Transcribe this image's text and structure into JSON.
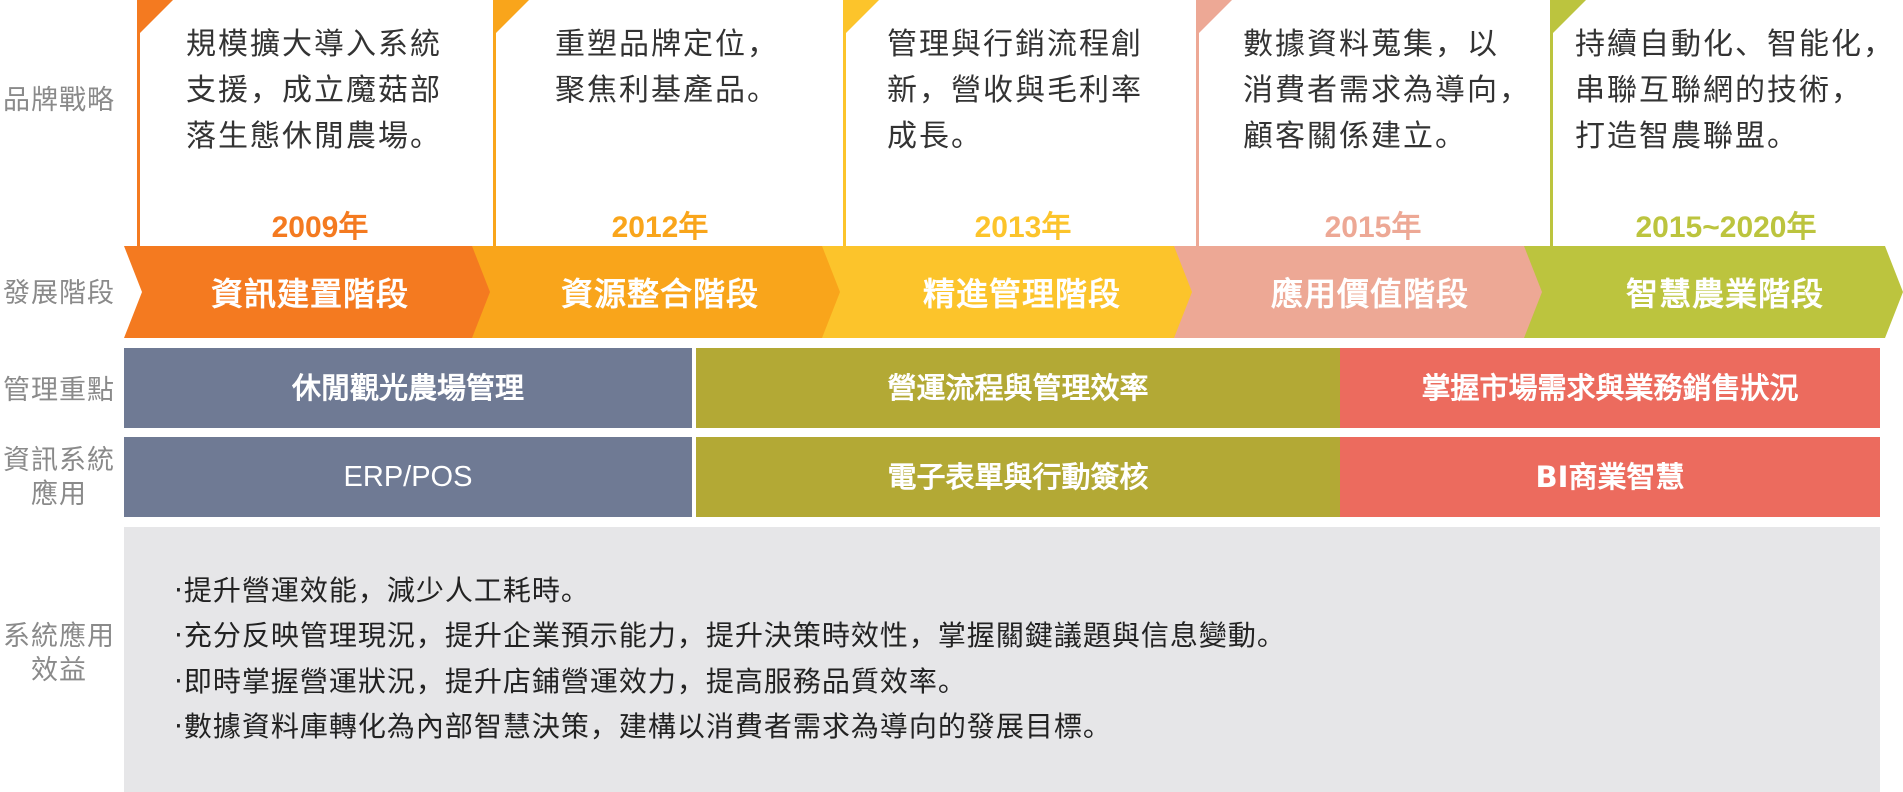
{
  "row_labels": {
    "brand_strategy": "品牌戰略",
    "development_stage": "發展階段",
    "management_focus": "管理重點",
    "info_system_line1": "資訊系統",
    "info_system_line2": "應用",
    "system_benefit_line1": "系統應用",
    "system_benefit_line2": "效益"
  },
  "phases": [
    {
      "year": "2009年",
      "stage": "資訊建置階段",
      "color": "#f47a20",
      "desc": [
        "規模擴大導入系統",
        "支援，成立魔菇部",
        "落生態休閒農場。"
      ]
    },
    {
      "year": "2012年",
      "stage": "資源整合階段",
      "color": "#f9a51b",
      "desc": [
        "重塑品牌定位，",
        "聚焦利基產品。"
      ]
    },
    {
      "year": "2013年",
      "stage": "精進管理階段",
      "color": "#fcc42b",
      "desc": [
        "管理與行銷流程創",
        "新，營收與毛利率",
        "成長。"
      ]
    },
    {
      "year": "2015年",
      "stage": "應用價值階段",
      "color": "#eda895",
      "desc": [
        "數據資料蒐集，以",
        "消費者需求為導向，",
        "顧客關係建立。"
      ]
    },
    {
      "year": "2015~2020年",
      "stage": "智慧農業階段",
      "color": "#bcc43e",
      "desc": [
        "持續自動化、智能化，",
        "串聯互聯網的技術，",
        "打造智農聯盟。"
      ]
    }
  ],
  "management_focus": [
    {
      "label": "休閒觀光農場管理",
      "color": "#6f7a94"
    },
    {
      "label": "營運流程與管理效率",
      "color": "#b3a935"
    },
    {
      "label": "掌握市場需求與業務銷售狀況",
      "color": "#ec6b5e"
    }
  ],
  "info_systems": [
    {
      "label": "ERP/POS",
      "color": "#6f7a94"
    },
    {
      "label": "電子表單與行動簽核",
      "color": "#b3a935"
    },
    {
      "label": "BI商業智慧",
      "color": "#ec6b5e"
    }
  ],
  "benefits": [
    "‧提升營運效能，減少人工耗時。",
    "‧充分反映管理現況，提升企業預示能力，提升決策時效性，掌握關鍵議題與信息變動。",
    "‧即時掌握營運狀況，提升店鋪營運效力，提高服務品質效率。",
    "‧數據資料庫轉化為內部智慧決策，建構以消費者需求為導向的發展目標。"
  ],
  "benefits_background": "#e6e6e8"
}
